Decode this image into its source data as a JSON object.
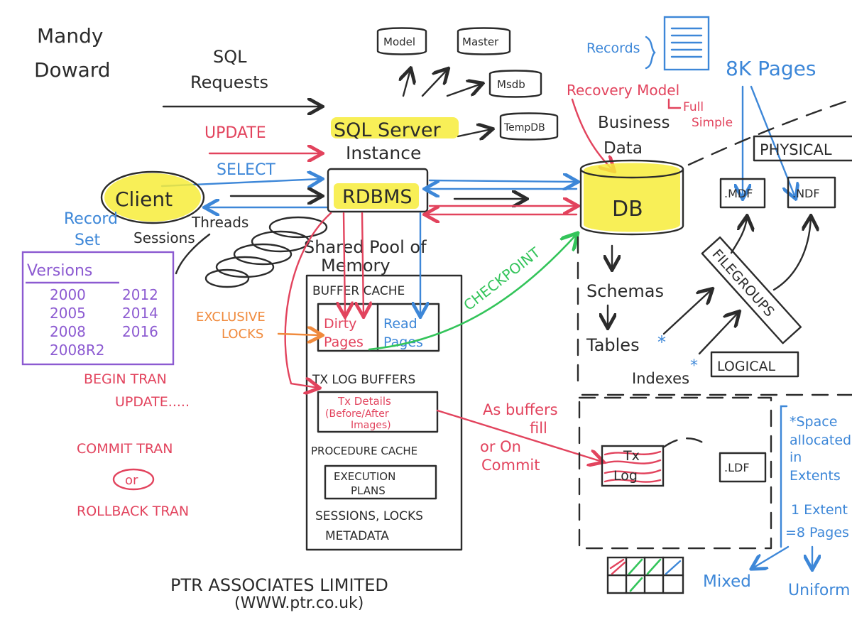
{
  "author": [
    "Mandy",
    "Doward"
  ],
  "sql_requests": [
    "SQL",
    "Requests"
  ],
  "system_dbs": [
    "Model",
    "Master",
    "Msdb",
    "TempDB"
  ],
  "instance": {
    "title": "SQL Server",
    "subtitle": "Instance"
  },
  "update_label": "UPDATE",
  "select_label": "SELECT",
  "client": "Client",
  "rdbms": "RDBMS",
  "record_set": [
    "Record",
    "Set"
  ],
  "sessions": "Sessions",
  "threads": "Threads",
  "versions": {
    "title": "Versions",
    "items": [
      "2000",
      "2012",
      "2005",
      "2014",
      "2008",
      "2016",
      "2008R2"
    ]
  },
  "begin_block": [
    "BEGIN TRAN",
    "UPDATE....."
  ],
  "commit": "COMMIT TRAN",
  "or": "or",
  "rollback": "ROLLBACK TRAN",
  "memory": {
    "title": [
      "Shared Pool of",
      "Memory"
    ],
    "buffer_cache": "BUFFER CACHE",
    "dirty_pages": [
      "Dirty",
      "Pages"
    ],
    "read_pages": [
      "Read",
      "Pages"
    ],
    "tx_log_buffers": "TX LOG BUFFERS",
    "tx_details": [
      "Tx Details",
      "(Before/After",
      "Images)"
    ],
    "procedure_cache": "PROCEDURE CACHE",
    "execution_plans": [
      "EXECUTION",
      "PLANS"
    ],
    "sessions_locks": [
      "SESSIONS, LOCKS",
      "METADATA"
    ]
  },
  "exclusive_locks": [
    "EXCLUSIVE",
    "LOCKS"
  ],
  "checkpoint": "CHECKPOINT",
  "as_buffers": [
    "As buffers",
    "fill",
    "or On",
    "Commit"
  ],
  "records": "Records",
  "pages_8k": "8K Pages",
  "recovery_model": {
    "title": "Recovery Model",
    "full": "Full",
    "simple": "Simple"
  },
  "business_data": [
    "Business",
    "Data"
  ],
  "db": "DB",
  "physical": "PHYSICAL",
  "mdf": ".MDF",
  "ndf": ".NDF",
  "filegroups": "FILEGROUPS",
  "schemas": "Schemas",
  "tables": "Tables",
  "indexes": "Indexes",
  "logical": "LOGICAL",
  "tx_log": [
    "Tx",
    "Log"
  ],
  "ldf": ".LDF",
  "space_note": [
    "*Space",
    "allocated",
    "in",
    "Extents",
    "1 Extent",
    "=8 Pages"
  ],
  "mixed": "Mixed",
  "uniform": "Uniform",
  "footer": [
    "PTR ASSOCIATES LIMITED",
    "(WWW.ptr.co.uk)"
  ],
  "colors": {
    "black": "#2b2b2b",
    "red": "#e2435d",
    "blue": "#3d87d8",
    "purple": "#8c5ad1",
    "orange": "#f08a3c",
    "green": "#33c45a",
    "highlight": "#f7ec3a"
  }
}
